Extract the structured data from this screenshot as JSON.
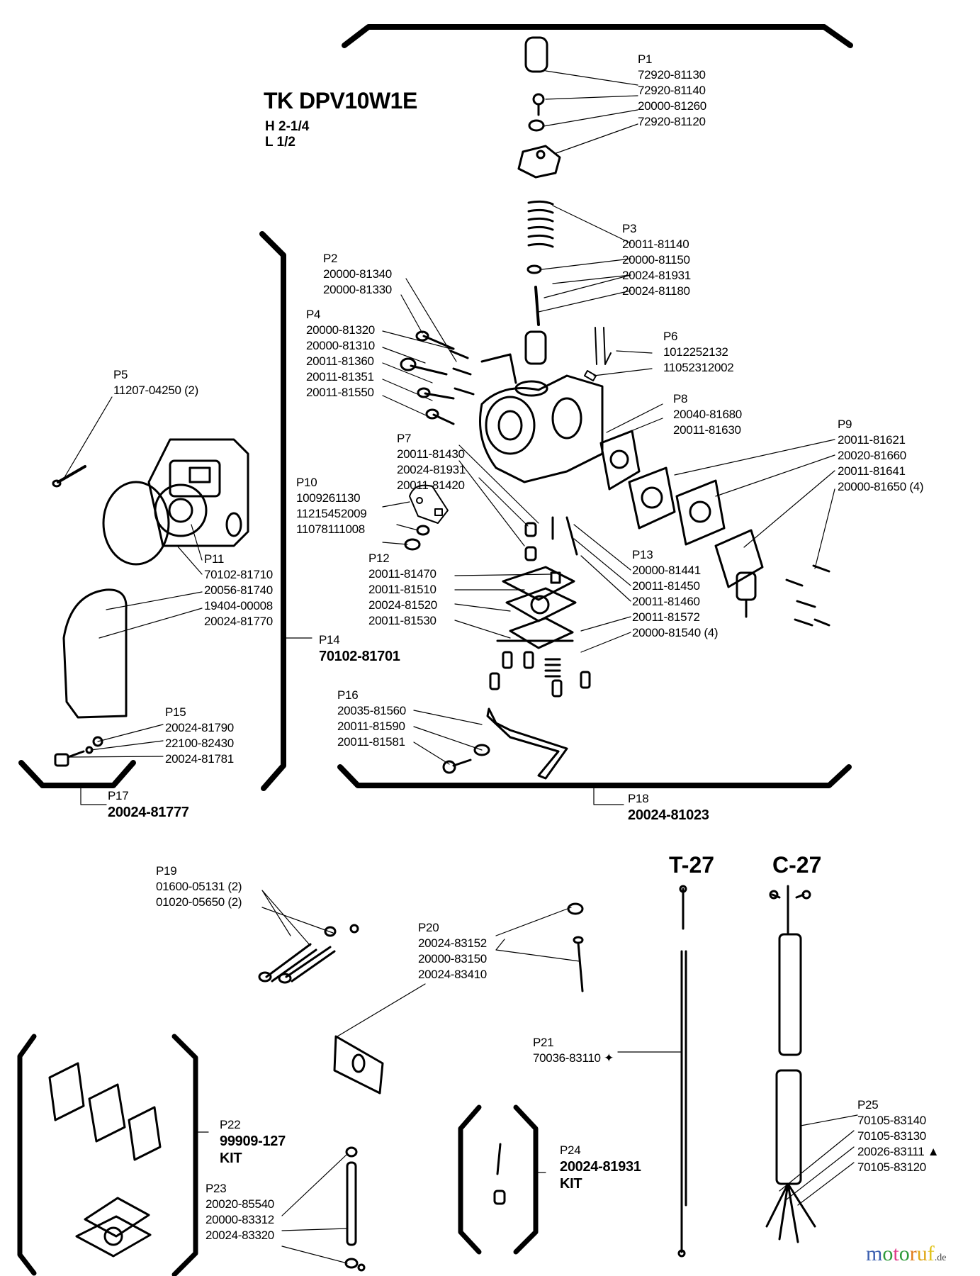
{
  "title": "TK DPV10W1E",
  "settings": [
    "H 2-1/4",
    "L 1/2"
  ],
  "callouts": {
    "p1": {
      "ref": "P1",
      "parts": [
        "72920-81130",
        "72920-81140",
        "20000-81260",
        "72920-81120"
      ]
    },
    "p2": {
      "ref": "P2",
      "parts": [
        "20000-81340",
        "20000-81330"
      ]
    },
    "p3": {
      "ref": "P3",
      "parts": [
        "20011-81140",
        "20000-81150",
        "20024-81931",
        "20024-81180"
      ]
    },
    "p4": {
      "ref": "P4",
      "parts": [
        "20000-81320",
        "20000-81310",
        "20011-81360",
        "20011-81351",
        "20011-81550"
      ]
    },
    "p5": {
      "ref": "P5",
      "parts": [
        "11207-04250 (2)"
      ]
    },
    "p6": {
      "ref": "P6",
      "parts": [
        "1012252132",
        "11052312002"
      ]
    },
    "p7": {
      "ref": "P7",
      "parts": [
        "20011-81430",
        "20024-81931",
        "20011-81420"
      ]
    },
    "p8": {
      "ref": "P8",
      "parts": [
        "20040-81680",
        "20011-81630"
      ]
    },
    "p9": {
      "ref": "P9",
      "parts": [
        "20011-81621",
        "20020-81660",
        "20011-81641",
        "20000-81650 (4)"
      ]
    },
    "p10": {
      "ref": "P10",
      "parts": [
        "1009261130",
        "11215452009",
        "11078111008"
      ]
    },
    "p11": {
      "ref": "P11",
      "parts": [
        "70102-81710",
        "20056-81740",
        "19404-00008",
        "20024-81770"
      ]
    },
    "p12": {
      "ref": "P12",
      "parts": [
        "20011-81470",
        "20011-81510",
        "20024-81520",
        "20011-81530"
      ]
    },
    "p13": {
      "ref": "P13",
      "parts": [
        "20000-81441",
        "20011-81450",
        "20011-81460",
        "20011-81572",
        "20000-81540 (4)"
      ]
    },
    "p14": {
      "ref": "P14",
      "parts": [
        "70102-81701"
      ]
    },
    "p15": {
      "ref": "P15",
      "parts": [
        "20024-81790",
        "22100-82430",
        "20024-81781"
      ]
    },
    "p16": {
      "ref": "P16",
      "parts": [
        "20035-81560",
        "20011-81590",
        "20011-81581"
      ]
    },
    "p17": {
      "ref": "P17",
      "parts": [
        "20024-81777"
      ]
    },
    "p18": {
      "ref": "P18",
      "parts": [
        "20024-81023"
      ]
    },
    "p19": {
      "ref": "P19",
      "parts": [
        "01600-05131 (2)",
        "01020-05650 (2)"
      ]
    },
    "p20": {
      "ref": "P20",
      "parts": [
        "20024-83152",
        "20000-83150",
        "20024-83410"
      ]
    },
    "p21": {
      "ref": "P21",
      "parts": [
        "70036-83110 ✦"
      ]
    },
    "p22": {
      "ref": "P22",
      "parts": [
        "99909-127",
        "KIT"
      ]
    },
    "p23": {
      "ref": "P23",
      "parts": [
        "20020-85540",
        "20000-83312",
        "20024-83320"
      ]
    },
    "p24": {
      "ref": "P24",
      "parts": [
        "20024-81931",
        "KIT"
      ]
    },
    "p25": {
      "ref": "P25",
      "parts": [
        "70105-83140",
        "70105-83130",
        "20026-83111 ▲",
        "70105-83120"
      ]
    }
  },
  "cable_types": [
    "T-27",
    "C-27"
  ],
  "watermark": {
    "name": "motoruf",
    "tld": ".de",
    "colors": [
      "#3b5fb0",
      "#2e9a3a",
      "#e23b8a",
      "#2e9a3a",
      "#e07b1a",
      "#e0a81a",
      "#e0c21a"
    ]
  }
}
